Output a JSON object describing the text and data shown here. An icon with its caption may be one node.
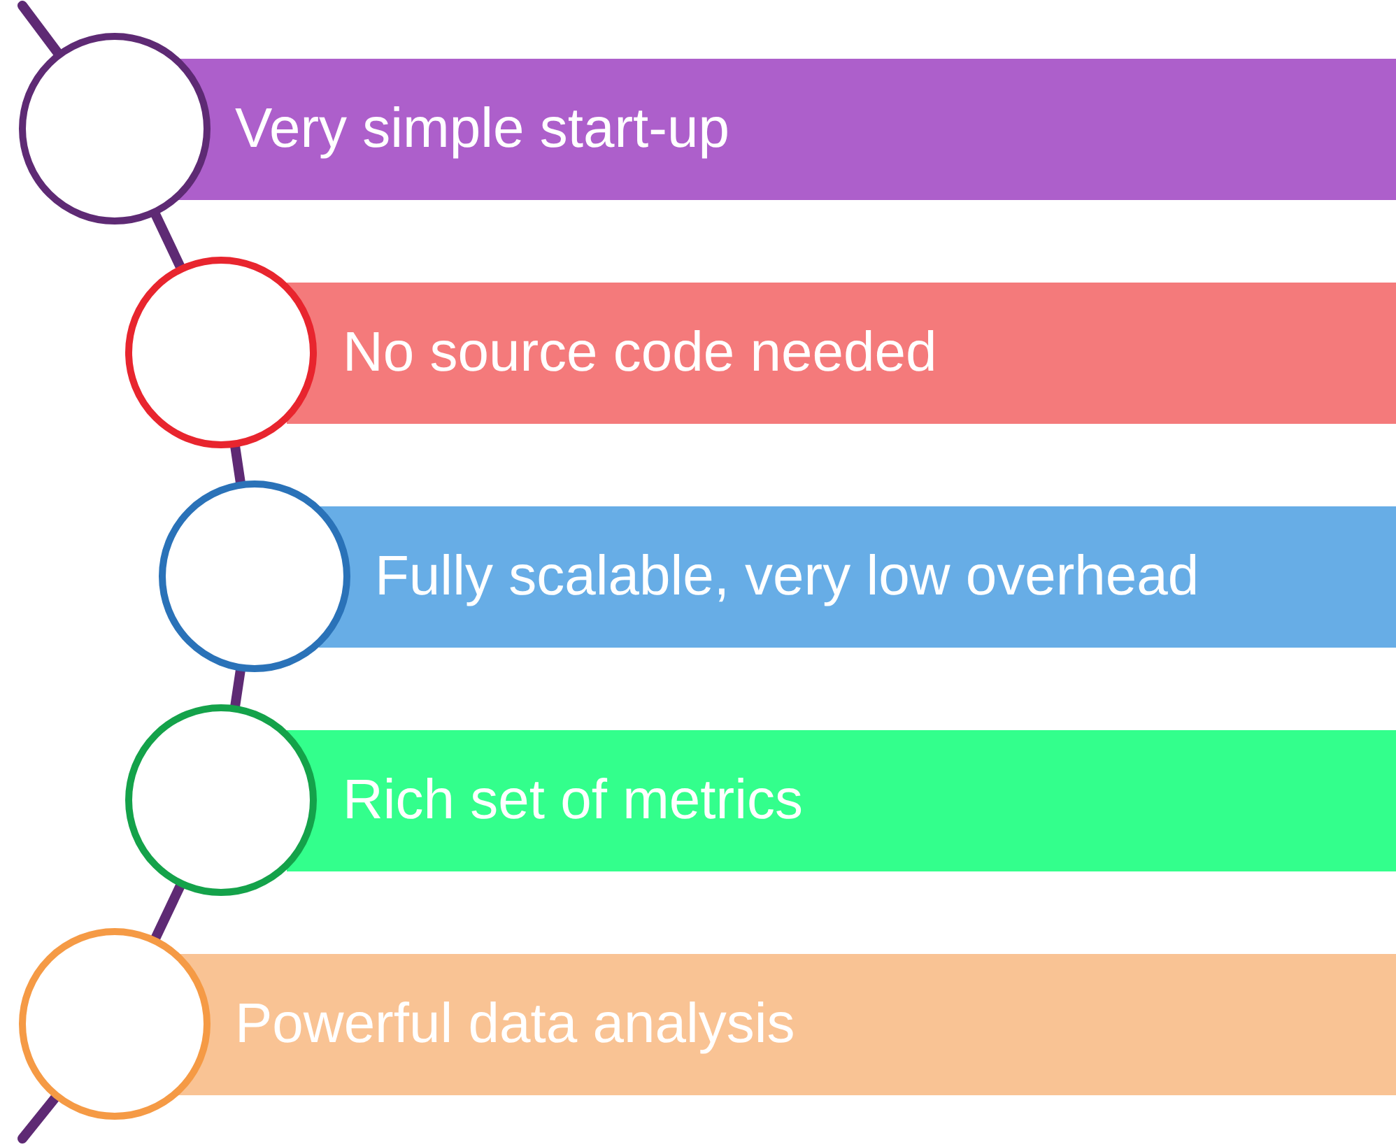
{
  "diagram": {
    "nodes": [
      {
        "text": [
          "Very simple start-up"
        ]
      },
      {
        "text": [
          "No source code needed"
        ]
      },
      {
        "text": [
          "Fully scalable, very low overhead"
        ]
      },
      {
        "text": [
          "Rich set of metrics"
        ]
      },
      {
        "text": [
          "Powerful data analysis"
        ]
      },
      {
        "text": [],
        "shape": "circle"
      },
      {
        "text": [],
        "shape": "circle"
      },
      {
        "text": [],
        "shape": "circle"
      },
      {
        "text": [],
        "shape": "circle"
      },
      {
        "text": [],
        "shape": "circle"
      }
    ],
    "edges": [
      {
        "from": null,
        "to": 5,
        "arrow": "none"
      },
      {
        "from": 5,
        "to": 6,
        "arrow": "none"
      },
      {
        "from": 6,
        "to": 7,
        "arrow": "none"
      },
      {
        "from": 7,
        "to": 8,
        "arrow": "none"
      },
      {
        "from": 8,
        "to": 9,
        "arrow": "none"
      },
      {
        "from": 9,
        "to": null,
        "arrow": "none"
      }
    ]
  }
}
